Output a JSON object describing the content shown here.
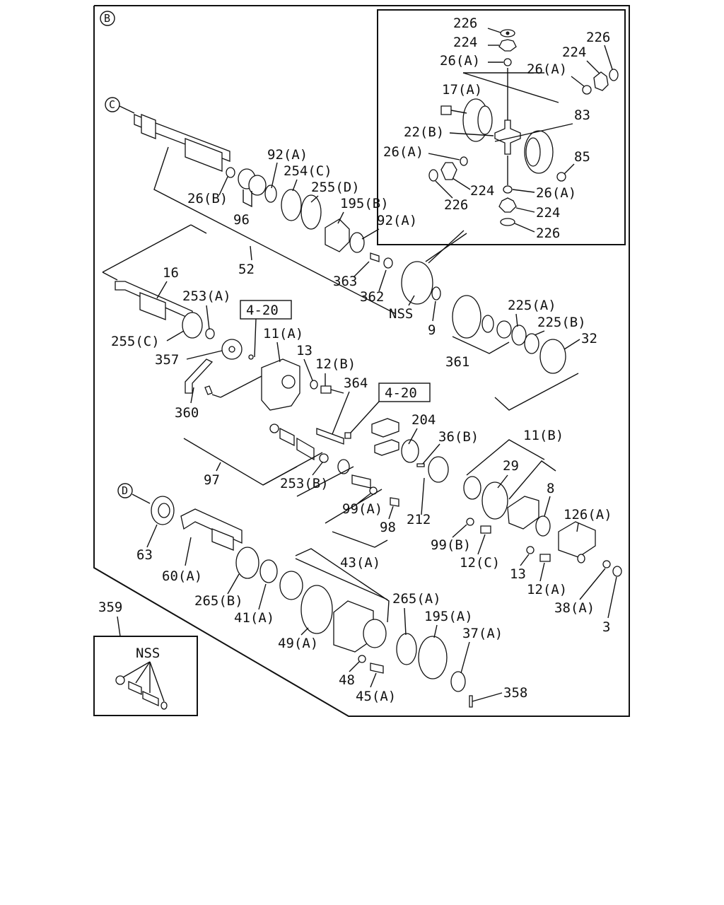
{
  "section_marks": {
    "b": "B",
    "c": "C",
    "d": "D"
  },
  "refs": {
    "top": "4-20",
    "mid": "4-20"
  },
  "labels": {
    "l226a": "226",
    "l224a": "224",
    "l26a1": "26(A)",
    "l226b": "226",
    "l224b": "224",
    "l26a2": "26(A)",
    "l17a": "17(A)",
    "l83": "83",
    "l22b": "22(B)",
    "l26a3": "26(A)",
    "l85": "85",
    "l224c": "224",
    "l26a4": "26(A)",
    "l226c": "226",
    "l224d": "224",
    "l226d": "226",
    "l92a1": "92(A)",
    "l254c": "254(C)",
    "l255d": "255(D)",
    "l26b": "26(B)",
    "l96": "96",
    "l195b": "195(B)",
    "l92a2": "92(A)",
    "l52": "52",
    "l363": "363",
    "l362": "362",
    "l16": "16",
    "l253a": "253(A)",
    "l255c": "255(C)",
    "l357": "357",
    "l11a": "11(A)",
    "l13a": "13",
    "l12b": "12(B)",
    "l364": "364",
    "l9": "9",
    "l225a": "225(A)",
    "l225b": "225(B)",
    "l32": "32",
    "l361": "361",
    "l360": "360",
    "l204": "204",
    "l36b": "36(B)",
    "l11b": "11(B)",
    "l29": "29",
    "l8": "8",
    "l97": "97",
    "l253b": "253(B)",
    "l99a": "99(A)",
    "l98": "98",
    "l212": "212",
    "l126a": "126(A)",
    "l63": "63",
    "l99b": "99(B)",
    "l12c": "12(C)",
    "l13b": "13",
    "l12a": "12(A)",
    "l60a": "60(A)",
    "l43a": "43(A)",
    "l38a": "38(A)",
    "l3": "3",
    "l265b": "265(B)",
    "l41a": "41(A)",
    "l265a": "265(A)",
    "l195a": "195(A)",
    "l37a": "37(A)",
    "l49a": "49(A)",
    "l48": "48",
    "l45a": "45(A)",
    "l358": "358",
    "l359": "359"
  },
  "nss": {
    "gear": "NSS",
    "kit": "NSS"
  }
}
